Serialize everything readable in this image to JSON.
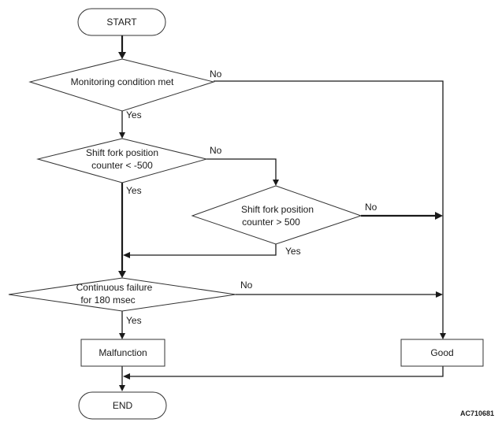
{
  "flowchart": {
    "start": "START",
    "end": "END",
    "decision_monitoring": "Monitoring condition met",
    "decision_shift_neg": [
      "Shift fork position",
      "counter < -500"
    ],
    "decision_shift_pos": [
      "Shift fork position",
      "counter > 500"
    ],
    "decision_failure": [
      "Continuous failure",
      "for 180 msec"
    ],
    "malfunction": "Malfunction",
    "good": "Good",
    "yes": "Yes",
    "no": "No",
    "figure_code": "AC710681"
  }
}
